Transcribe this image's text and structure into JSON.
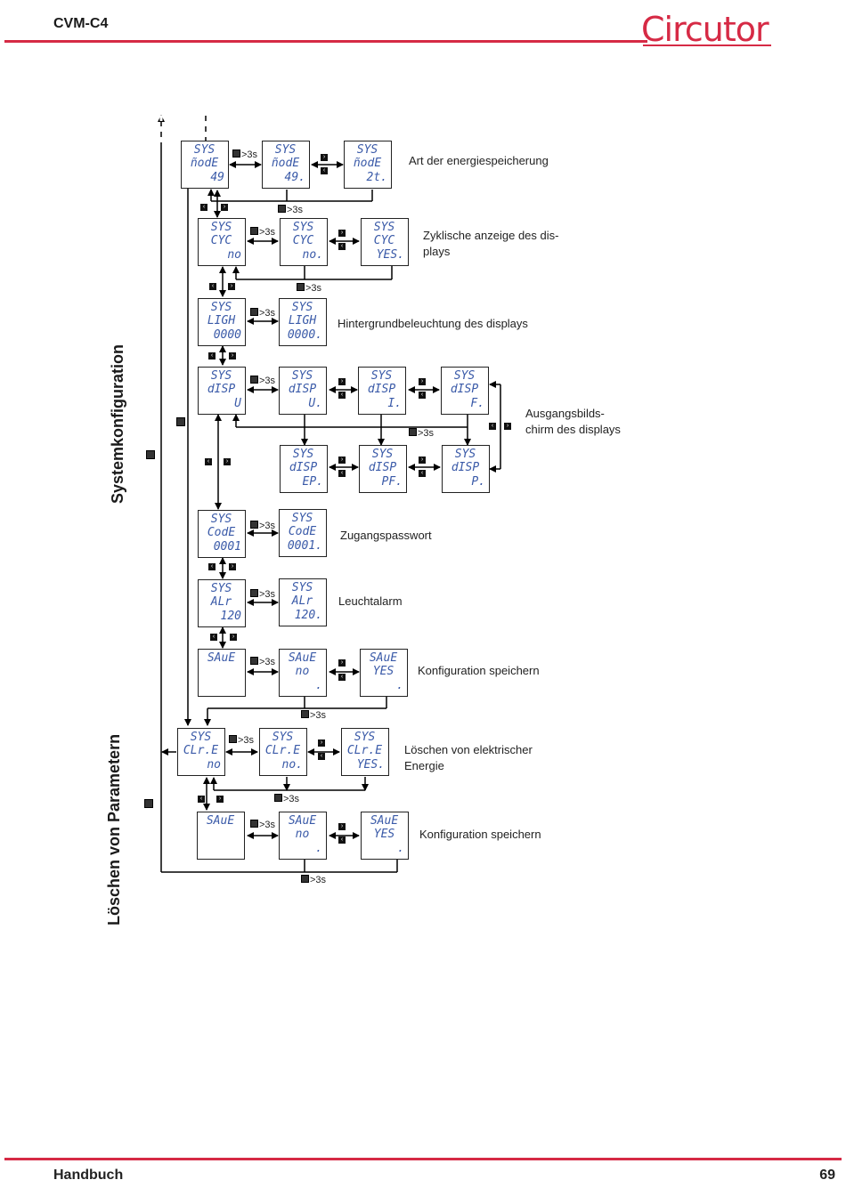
{
  "header": {
    "title": "CVM-C4",
    "logo": "Circutor"
  },
  "footer": {
    "left": "Handbuch",
    "page": "69"
  },
  "sections": {
    "system": "Systemkonfiguration",
    "clear": "Löschen von Parametern"
  },
  "hold_label": ">3s",
  "descriptions": {
    "mode": "Art der energiespeicherung",
    "cyc": "Zyklische anzeige des dis-plays",
    "ligh": "Hintergrundbeleuchtung des displays",
    "disp": "Ausgangsbilds-chirm des displays",
    "code": "Zugangspasswort",
    "alr": "Leuchtalarm",
    "save": "Konfiguration speichern",
    "clre": "Löschen von elektrischer Energie",
    "save2": "Konfiguration speichern"
  },
  "displays": {
    "mode1": [
      "SYS",
      "ñodE",
      "49"
    ],
    "mode2": [
      "SYS",
      "ñodE",
      "49."
    ],
    "mode3": [
      "SYS",
      "ñodE",
      "2t."
    ],
    "cyc1": [
      "SYS",
      "CYC",
      "no"
    ],
    "cyc2": [
      "SYS",
      "CYC",
      "no."
    ],
    "cyc3": [
      "SYS",
      "CYC",
      "YES."
    ],
    "ligh1": [
      "SYS",
      "LIGH",
      "0000"
    ],
    "ligh2": [
      "SYS",
      "LIGH",
      "0000."
    ],
    "disp1": [
      "SYS",
      "dISP",
      "U"
    ],
    "disp2": [
      "SYS",
      "dISP",
      "U."
    ],
    "disp3": [
      "SYS",
      "dISP",
      "I."
    ],
    "disp4": [
      "SYS",
      "dISP",
      "F."
    ],
    "disp5": [
      "SYS",
      "dISP",
      "EP."
    ],
    "disp6": [
      "SYS",
      "dISP",
      "PF."
    ],
    "disp7": [
      "SYS",
      "dISP",
      "P."
    ],
    "code1": [
      "SYS",
      "CodE",
      "0001"
    ],
    "code2": [
      "SYS",
      "CodE",
      "0001."
    ],
    "alr1": [
      "SYS",
      "ALr",
      "120"
    ],
    "alr2": [
      "SYS",
      "ALr",
      "120."
    ],
    "save1": [
      "SAuE",
      "",
      ""
    ],
    "save2": [
      "SAuE",
      "no",
      "."
    ],
    "save3": [
      "SAuE",
      "YES",
      "."
    ],
    "clre1": [
      "SYS",
      "CLr.E",
      "no"
    ],
    "clre2": [
      "SYS",
      "CLr.E",
      "no."
    ],
    "clre3": [
      "SYS",
      "CLr.E",
      "YES."
    ],
    "savb1": [
      "SAuE",
      "",
      ""
    ],
    "savb2": [
      "SAuE",
      "no",
      "."
    ],
    "savb3": [
      "SAuE",
      "YES",
      "."
    ]
  }
}
